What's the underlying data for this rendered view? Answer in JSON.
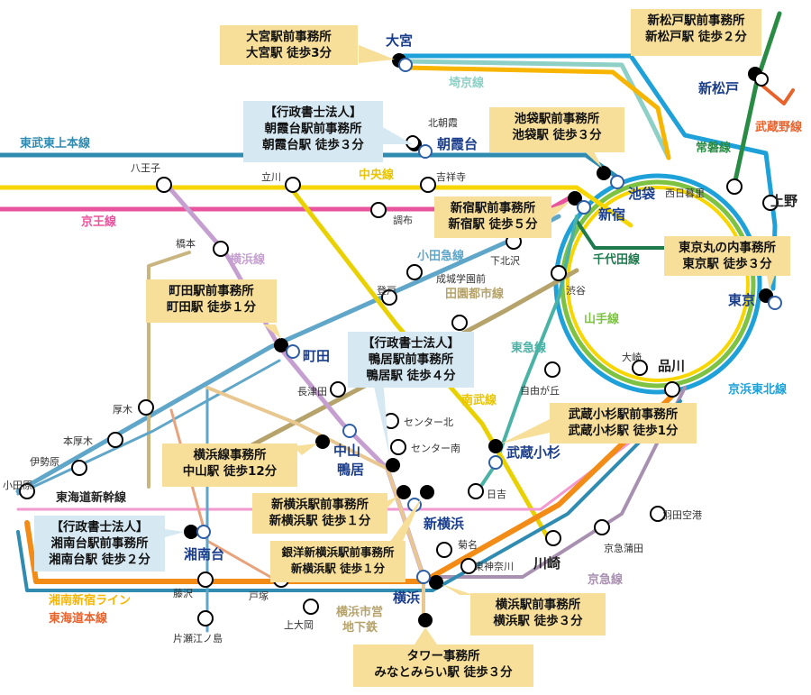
{
  "colors": {
    "line_tobu_tojo": "#2f8bb0",
    "line_chuo": "#f7d600",
    "line_keio": "#e9559d",
    "line_yamanote": "#7dc242",
    "line_keihin_tohoku": "#1ea0d8",
    "line_saikyo": "#8fd0c6",
    "line_joban": "#2a8b45",
    "line_musashino": "#e8622c",
    "line_chiyoda": "#1d7a4c",
    "line_odakyu": "#5fa6c9",
    "line_den_en_toshi": "#b5a36b",
    "line_tokyu_toyoko": "#e53a6a",
    "line_yokohama": "#c69fd1",
    "line_nambu": "#e9d100",
    "line_keikyu": "#a890b0",
    "line_tokaido": "#f28c17",
    "line_shonan_shinjuku": "#f7b500",
    "line_tokaido_shinkansen": "#2f5fa5",
    "line_yokohama_subway": "#4bb3a6",
    "line_shinkansen_blue": "#2f5fa5",
    "label_blue": "#1a3e8c",
    "office_fill": "#f7df9a",
    "corp_office_fill": "#d6e8f2"
  },
  "line_labels": {
    "saikyo": "埼京線",
    "tobu_tojo": "東武東上本線",
    "chuo": "中央線",
    "keio": "京王線",
    "odakyu": "小田急線",
    "yokohama": "横浜線",
    "den_en_toshi": "田園都市線",
    "tokyu": "東急線",
    "nambu": "南武線",
    "yamanote": "山手線",
    "chiyoda": "千代田線",
    "joban": "常磐線",
    "musashino": "武蔵野線",
    "keihin_tohoku": "京浜東北線",
    "keikyu": "京急線",
    "tokaido_shinkansen": "東海道新幹線",
    "shonan_shinjuku": "湘南新宿ライン",
    "tokaido": "東海道本線",
    "yokohama_subway": "横浜市営\n地下鉄"
  },
  "stations": {
    "omiya": "大宮",
    "kitaasaka": "北朝霞",
    "asakadai": "朝霞台",
    "shinmatsudo": "新松戸",
    "hachioji": "八王子",
    "tachikawa": "立川",
    "kichijoji": "吉祥寺",
    "ikebukuro": "池袋",
    "nishinippori": "西日暮里",
    "ueno": "上野",
    "shinjuku": "新宿",
    "chofu": "調布",
    "hashimoto": "橋本",
    "shimokitazawa": "下北沢",
    "seijogakuenmae": "成城学園前",
    "noborito": "登戸",
    "shibuya": "渋谷",
    "tokyo": "東京",
    "machida": "町田",
    "nagatsuta": "長津田",
    "otsuki": "大崎",
    "shinagawa": "品川",
    "jiyugaoka": "自由が丘",
    "atsugi": "厚木",
    "honatsugi": "本厚木",
    "iseha": "伊勢原",
    "odawara": "小田原",
    "center_kita": "センター北",
    "center_minami": "センター南",
    "nakayama": "中山",
    "kamoi": "鴨居",
    "musashikosugi": "武蔵小杉",
    "hiyoshi": "日吉",
    "shinyokohama": "新横浜",
    "haneda": "羽田空港",
    "keikyukamata": "京急蒲田",
    "kikuna": "菊名",
    "higashikanagawa": "東神奈川",
    "kawasaki": "川崎",
    "shonandai": "湘南台",
    "fujisawa": "藤沢",
    "totsuka": "戸塚",
    "yokohama": "横浜",
    "kamiooka": "上大岡",
    "katase": "片瀬江ノ島"
  },
  "offices": [
    {
      "l1": "大宮駅前事務所",
      "l2": "大宮駅 徒歩3分"
    },
    {
      "l1": "新松戸駅前事務所",
      "l2": "新松戸駅 徒歩２分"
    },
    {
      "l1": "【行政書士法人】",
      "l2": "朝霞台駅前事務所",
      "l3": "朝霞台駅 徒歩３分"
    },
    {
      "l1": "池袋駅前事務所",
      "l2": "池袋駅 徒歩３分"
    },
    {
      "l1": "新宿駅前事務所",
      "l2": "新宿駅 徒歩５分"
    },
    {
      "l1": "東京丸の内事務所",
      "l2": "東京駅 徒歩３分"
    },
    {
      "l1": "町田駅前事務所",
      "l2": "町田駅 徒歩１分"
    },
    {
      "l1": "【行政書士法人】",
      "l2": "鴨居駅前事務所",
      "l3": "鴨居駅 徒歩４分"
    },
    {
      "l1": "武蔵小杉駅前事務所",
      "l2": "武蔵小杉駅 徒歩1分"
    },
    {
      "l1": "横浜線事務所",
      "l2": "中山駅 徒歩12分"
    },
    {
      "l1": "新横浜駅前事務所",
      "l2": "新横浜駅 徒歩１分"
    },
    {
      "l1": "【行政書士法人】",
      "l2": "湘南台駅前事務所",
      "l3": "湘南台駅 徒歩２分"
    },
    {
      "l1": "銀洋新横浜駅前事務所",
      "l2": "新横浜駅 徒歩１分"
    },
    {
      "l1": "横浜駅前事務所",
      "l2": "横浜駅 徒歩３分"
    },
    {
      "l1": "タワー事務所",
      "l2": "みなとみらい駅 徒歩３分"
    }
  ]
}
